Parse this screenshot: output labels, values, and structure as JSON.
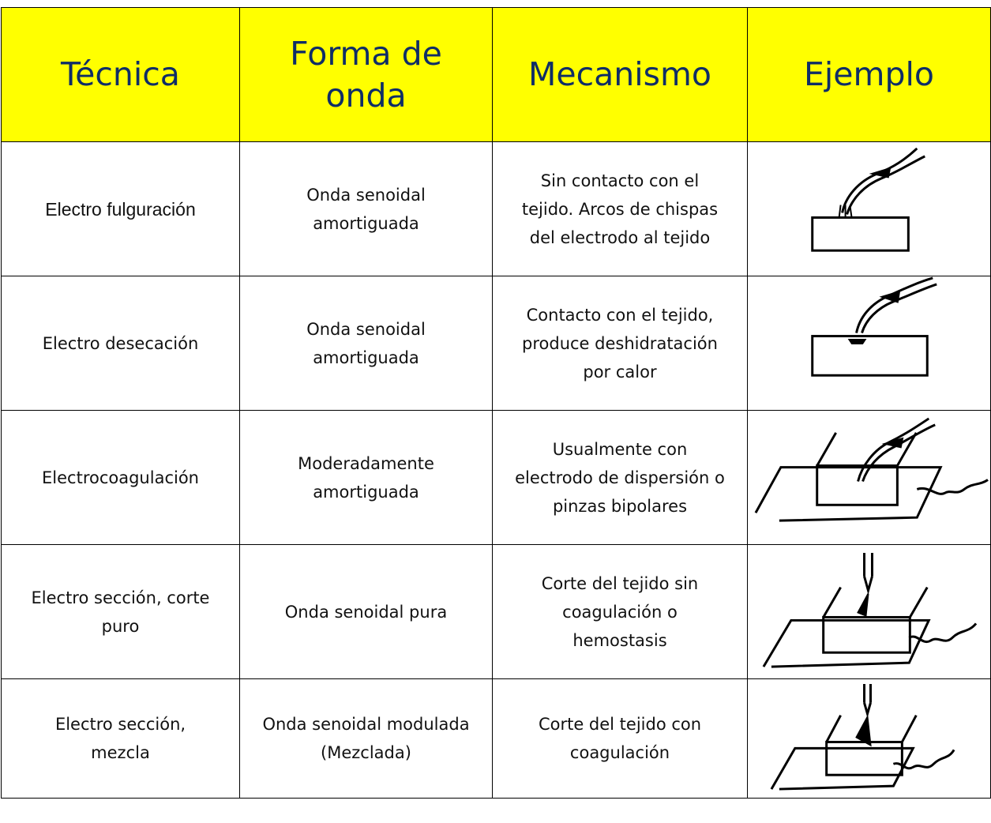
{
  "header": {
    "col1": "Técnica",
    "col2": "Forma de\nonda",
    "col3": "Mecanismo",
    "col4": "Ejemplo"
  },
  "rows": [
    {
      "tecnica": "Electro fulguración",
      "forma": "Onda senoidal\namortiguada",
      "mecanismo": "Sin contacto con el\ntejido. Arcos de chispas\ndel electrodo al tejido",
      "ejemplo_icon": "electrode-sparks-above-tissue-icon"
    },
    {
      "tecnica": "Electro desecación",
      "forma": "Onda senoidal\namortiguada",
      "mecanismo": "Contacto con el tejido,\nproduce deshidratación\npor calor",
      "ejemplo_icon": "electrode-contact-tissue-icon"
    },
    {
      "tecnica": "Electrocoagulación",
      "forma": "Moderadamente\namortiguada",
      "mecanismo": "Usualmente con\nelectrodo de dispersión o\npinzas bipolares",
      "ejemplo_icon": "electrode-on-tissue-block-with-plate-icon"
    },
    {
      "tecnica": "Electro sección, corte\npuro",
      "forma": "Onda senoidal pura",
      "mecanismo": "Corte del tejido sin\ncoagulación o\nhemostasis",
      "ejemplo_icon": "needle-cutting-tissue-icon"
    },
    {
      "tecnica": "Electro sección,\nmezcla",
      "forma": "Onda senoidal modulada\n(Mezclada)",
      "mecanismo": "Corte del tejido con\ncoagulación",
      "ejemplo_icon": "needle-cutting-coagulating-tissue-icon"
    }
  ],
  "colors": {
    "header_bg": "#ffff00",
    "header_text": "#0f2d66",
    "border": "#000000"
  }
}
